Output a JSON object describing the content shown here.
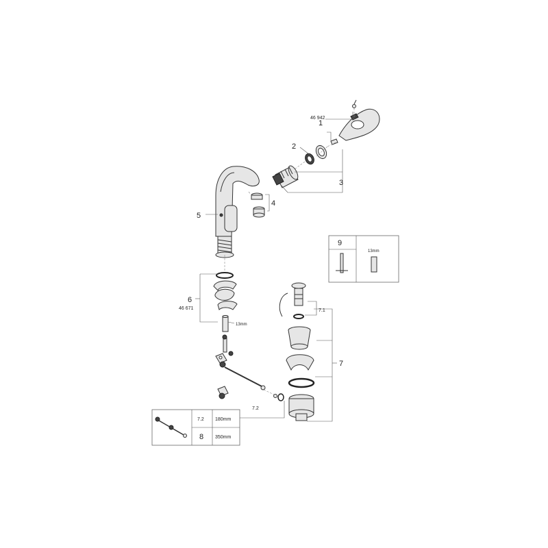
{
  "labels": {
    "p1": "1",
    "p1_code": "46 942",
    "p2": "2",
    "p3": "3",
    "p4": "4",
    "p5": "5",
    "p6": "6",
    "p6_code": "46 671",
    "p6_size": "13mm",
    "p7": "7",
    "p7_1": "7.1",
    "p7_2": "7.2"
  },
  "inset_9": {
    "number": "9",
    "size": "13mm"
  },
  "inset_table": {
    "rows": [
      {
        "number": "7.2",
        "length": "180mm"
      },
      {
        "number": "8",
        "length": "350mm"
      }
    ]
  }
}
